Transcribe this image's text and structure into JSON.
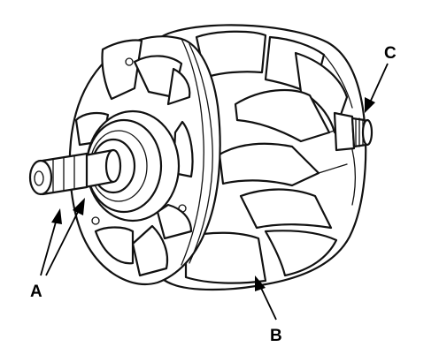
{
  "callouts": [
    {
      "id": "a",
      "label": "A"
    },
    {
      "id": "b",
      "label": "B"
    },
    {
      "id": "c",
      "label": "C"
    }
  ]
}
